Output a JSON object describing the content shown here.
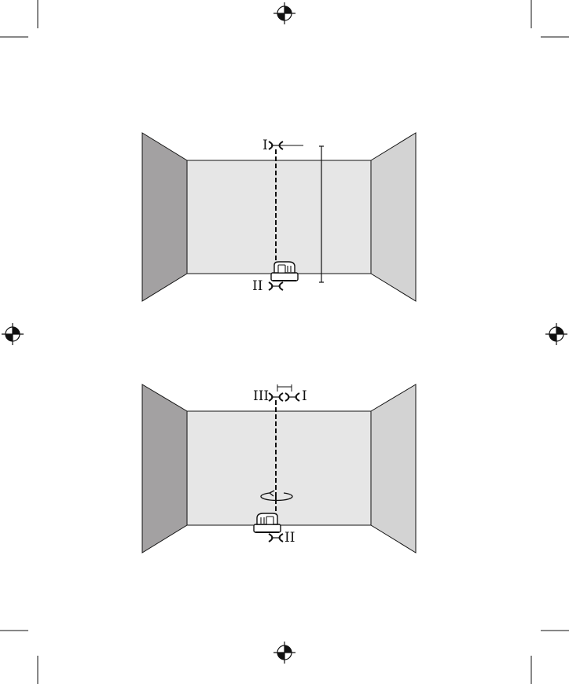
{
  "figure_1": {
    "mark_top": "I",
    "mark_bottom": "II"
  },
  "figure_2": {
    "mark_top_left": "III",
    "mark_top_right": "I",
    "mark_bottom": "II"
  },
  "colors": {
    "left_wall": "#a3a1a2",
    "back_wall": "#e6e6e6",
    "right_wall": "#d3d3d3",
    "line": "#1a1a1a"
  },
  "icons": [
    "registration-mark-icon",
    "laser-level-device-icon",
    "rotate-arrow-icon",
    "crosshair-mark-icon"
  ]
}
